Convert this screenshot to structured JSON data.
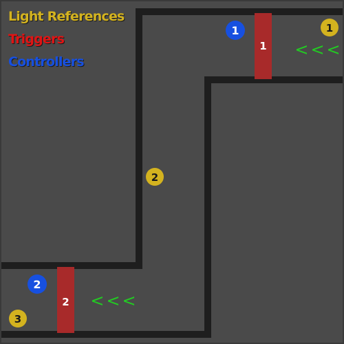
{
  "legend": {
    "light_references": "Light References",
    "triggers": "Triggers",
    "controllers": "Controllers"
  },
  "colors": {
    "background": "#4a4a4a",
    "wall": "#1e1e1e",
    "light_reference": "#d4b31f",
    "trigger": "#a82a2a",
    "controller": "#1750e0",
    "arrow": "#22cc22"
  },
  "light_references": [
    {
      "label": "1"
    },
    {
      "label": "2"
    },
    {
      "label": "3"
    }
  ],
  "triggers": [
    {
      "label": "1"
    },
    {
      "label": "2"
    }
  ],
  "controllers": [
    {
      "label": "1"
    },
    {
      "label": "2"
    }
  ],
  "arrows": [
    {
      "label": "<<<"
    },
    {
      "label": "<<<"
    }
  ]
}
